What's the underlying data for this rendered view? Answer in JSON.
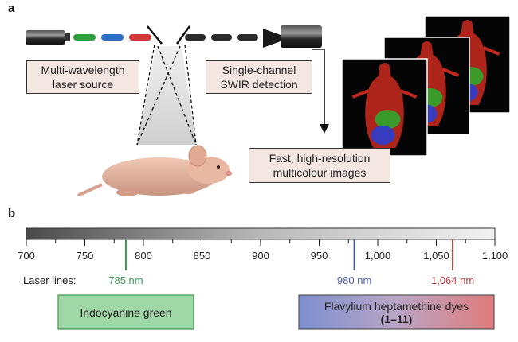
{
  "panels": {
    "a": "a",
    "b": "b"
  },
  "setup": {
    "source_label_line1": "Multi-wavelength",
    "source_label_line2": "laser source",
    "detector_label_line1": "Single-channel",
    "detector_label_line2": "SWIR detection",
    "output_label_line1": "Fast, high-resolution",
    "output_label_line2": "multicolour images",
    "fiber_colors": [
      "#2e9e3e",
      "#2f6fc4",
      "#d23a3a"
    ],
    "image_colors": {
      "body": "#c0281e",
      "green": "#2ea82e",
      "blue": "#2a3fd0"
    }
  },
  "spectrum": {
    "range_nm": [
      700,
      1100
    ],
    "tick_step_minor": 25,
    "tick_labels": [
      "700",
      "750",
      "800",
      "850",
      "900",
      "950",
      "1,000",
      "1,050",
      "1,100"
    ],
    "tick_values": [
      700,
      750,
      800,
      850,
      900,
      950,
      1000,
      1050,
      1100
    ],
    "laser_lines_label": "Laser lines:",
    "laser_lines": [
      {
        "value": 785,
        "label": "785 nm",
        "color": "#3b9a55"
      },
      {
        "value": 980,
        "label": "980 nm",
        "color": "#4a5aa8"
      },
      {
        "value": 1064,
        "label": "1,064 nm",
        "color": "#c0393b"
      }
    ],
    "dye_icg": "Indocyanine green",
    "dye_flav_line1": "Flavylium heptamethine dyes",
    "dye_flav_line2": "(1–11)"
  }
}
